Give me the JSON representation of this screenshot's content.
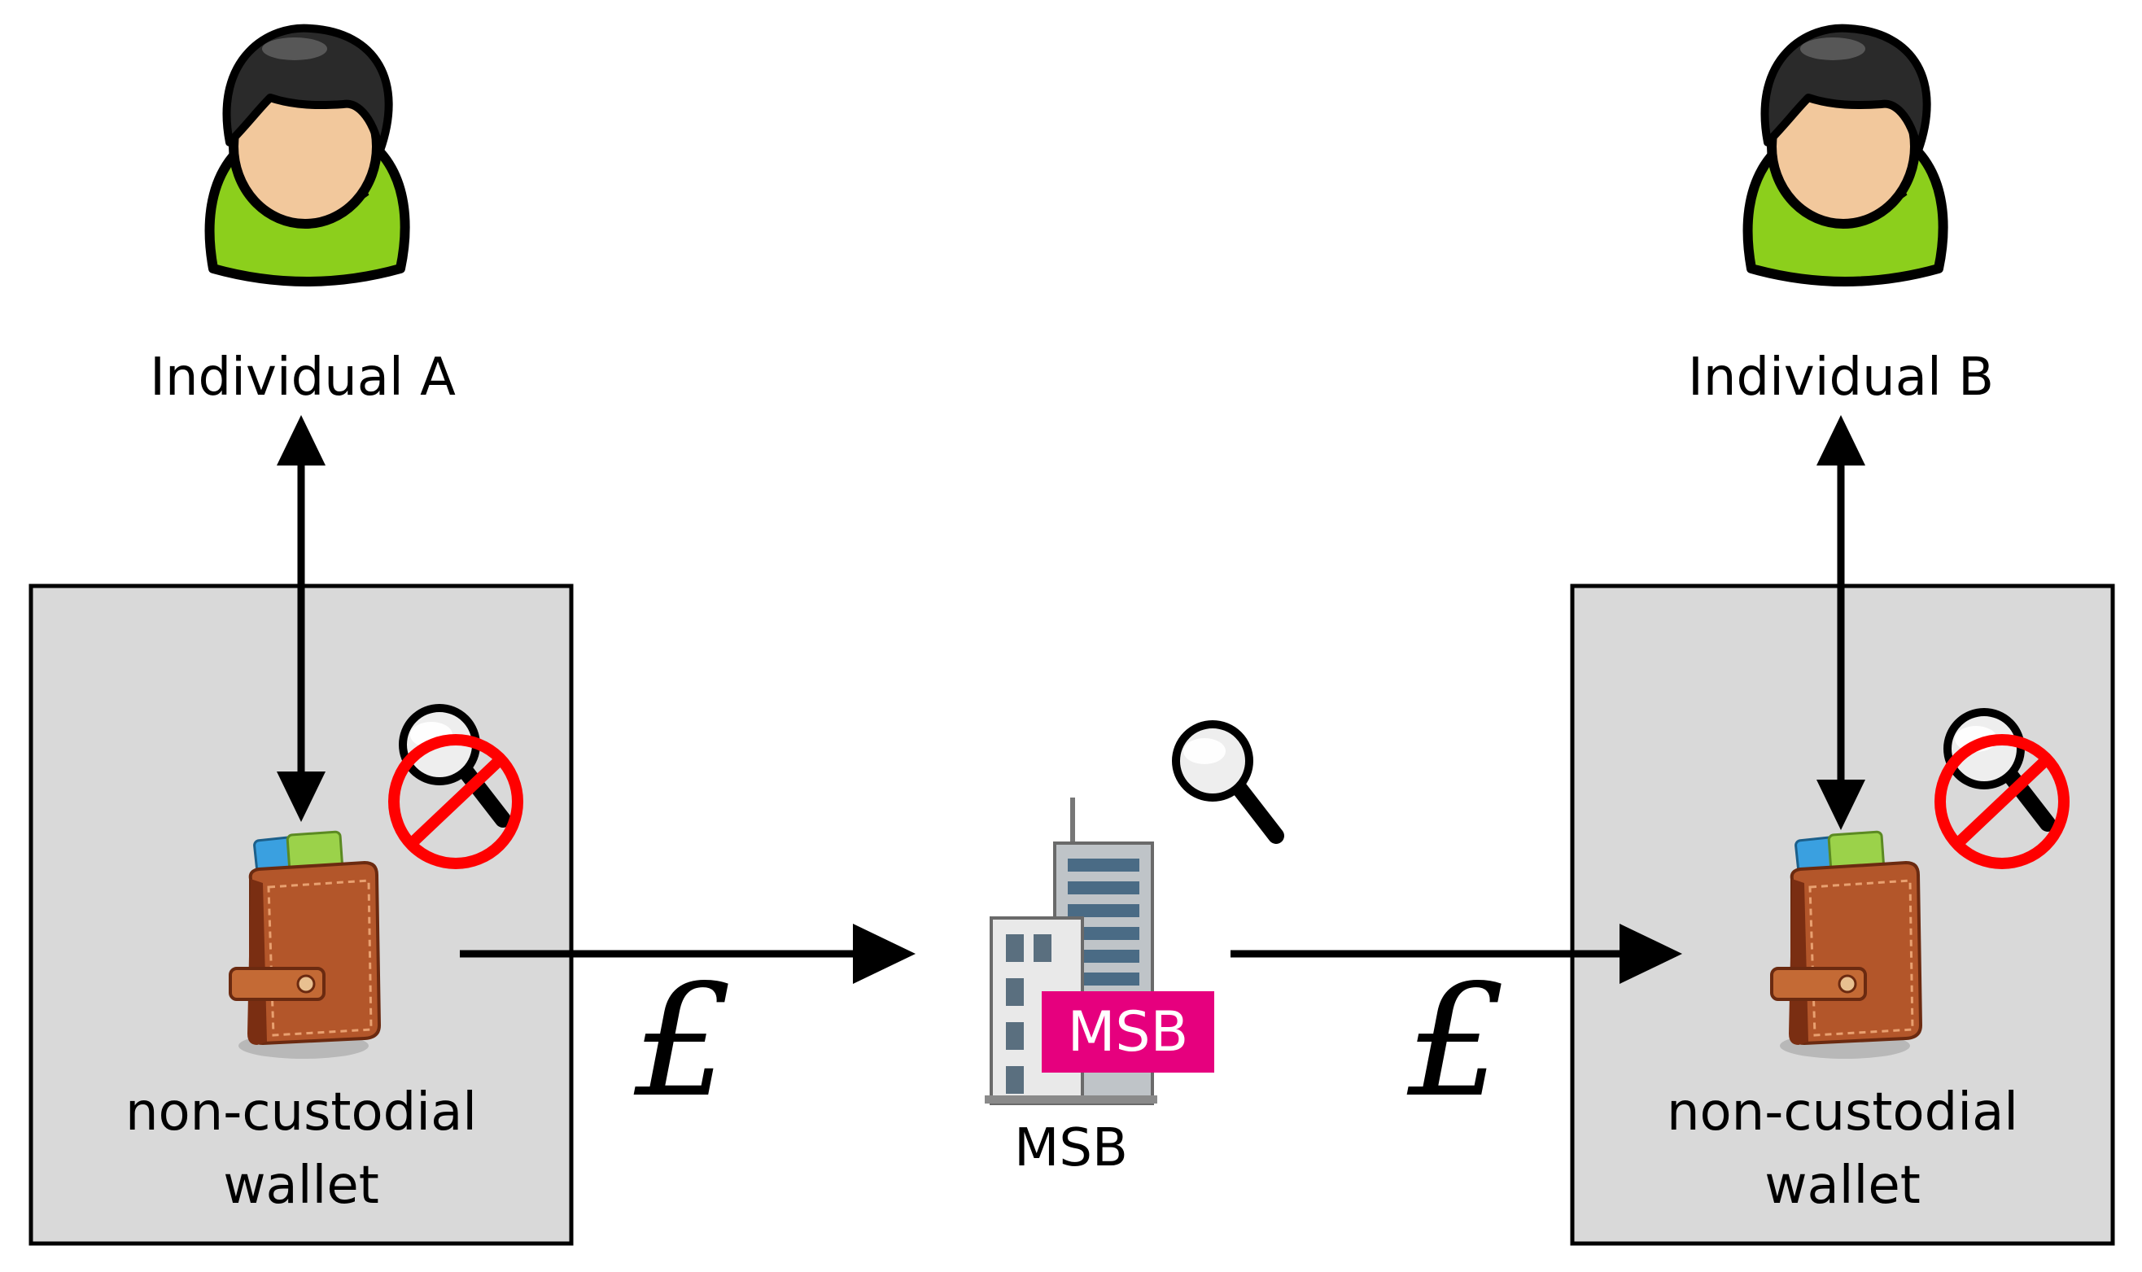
{
  "labels": {
    "individual_a": "Individual A",
    "individual_b": "Individual B",
    "wallet_left_line1": "non-custodial",
    "wallet_left_line2": "wallet",
    "wallet_right_line1": "non-custodial",
    "wallet_right_line2": "wallet",
    "msb": "MSB",
    "msb_badge": "MSB",
    "currency_left": "£",
    "currency_right": "£"
  },
  "icons": {
    "person": "person-icon",
    "wallet": "wallet-icon",
    "magnifier": "magnifier-icon",
    "no_symbol": "prohibited-icon",
    "building": "office-building-icon"
  },
  "colors": {
    "box_fill": "#d9d9d9",
    "badge": "#e6007e",
    "prohibit": "#ff0000",
    "shirt": "#8ccf1c",
    "skin": "#f2c89c",
    "wallet": "#b3562a"
  }
}
